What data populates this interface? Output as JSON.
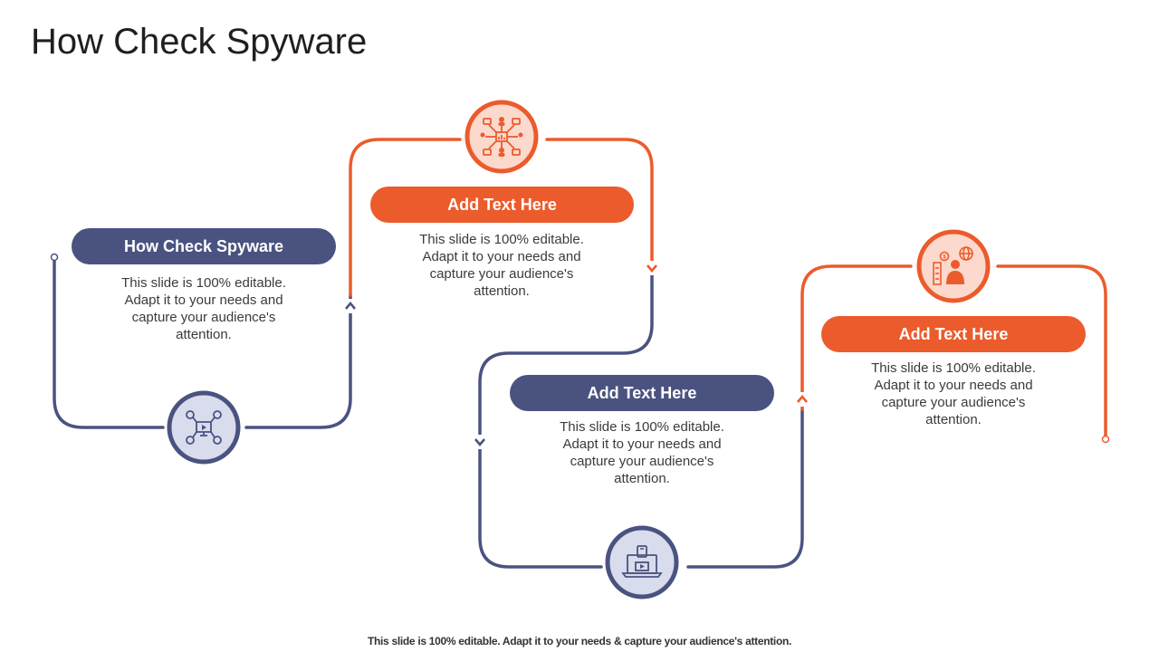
{
  "title": "How Check Spyware",
  "steps": [
    {
      "heading": "How Check Spyware",
      "body": "This slide is 100% editable. Adapt it to your needs and capture your audience's attention.",
      "icon": "monitor-network-icon",
      "color": "#4a5380"
    },
    {
      "heading": "Add Text Here",
      "body": "This slide is 100% editable. Adapt it to your needs and capture your audience's attention.",
      "icon": "people-network-icon",
      "color": "#ec5b2c"
    },
    {
      "heading": "Add Text Here",
      "body": "This slide is 100% editable. Adapt it to your needs and capture your audience's attention.",
      "icon": "laptop-video-icon",
      "color": "#4a5380"
    },
    {
      "heading": "Add Text Here",
      "body": "This slide is 100% editable. Adapt it to your needs and capture your audience's attention.",
      "icon": "businessman-globe-icon",
      "color": "#ec5b2c"
    }
  ],
  "footer": "This slide is 100% editable. Adapt it to your needs & capture your audience's attention.",
  "colors": {
    "navy": "#4a5380",
    "orange": "#ec5b2c",
    "navy_light": "#d9dcec",
    "orange_light": "#fbd9cc"
  }
}
